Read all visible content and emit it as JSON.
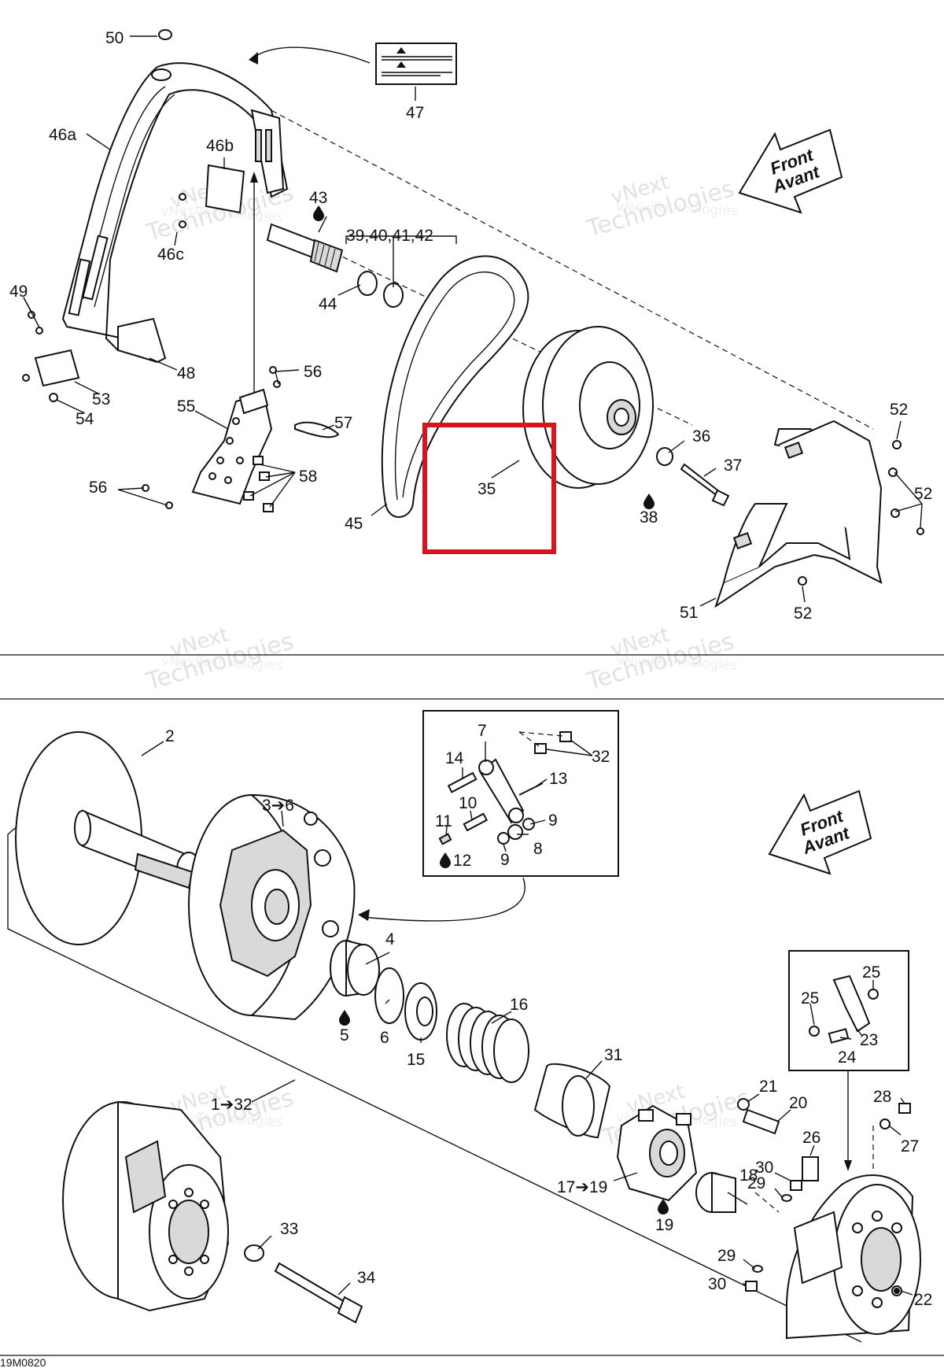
{
  "figure_code": "19M0820",
  "front_arrow": {
    "line1": "Front",
    "line2": "Avant"
  },
  "watermark": {
    "line1": "vNext",
    "line2": "Technologies",
    "line3": "Technologies"
  },
  "highlight_color": "#d9141c",
  "labels": {
    "l50": "50",
    "l47": "47",
    "l46a": "46a",
    "l46b": "46b",
    "l46c": "46c",
    "l43": "43",
    "l39_42": "39,40,41,42",
    "l44": "44",
    "l49": "49",
    "l48": "48",
    "l53": "53",
    "l54": "54",
    "l56a": "56",
    "l56b": "56",
    "l55": "55",
    "l57": "57",
    "l58": "58",
    "l45": "45",
    "l35": "35",
    "l36": "36",
    "l37": "37",
    "l38": "38",
    "l52a": "52",
    "l52b": "52",
    "l52c": "52",
    "l51": "51",
    "l2": "2",
    "l3_6": "3➔6",
    "l7": "7",
    "l14": "14",
    "l13": "13",
    "l32a": "32",
    "l10": "10",
    "l11": "11",
    "l9a": "9",
    "l9b": "9",
    "l8": "8",
    "l12": "12",
    "l4": "4",
    "l5": "5",
    "l6": "6",
    "l15": "15",
    "l16": "16",
    "l31": "31",
    "l1_32": "1➔32",
    "l21": "21",
    "l20": "20",
    "l25a": "25",
    "l25b": "25",
    "l23": "23",
    "l24": "24",
    "l28": "28",
    "l27": "27",
    "l26": "26",
    "l18": "18",
    "l30a": "30",
    "l29a": "29",
    "l17_19": "17➔19",
    "l19": "19",
    "l33": "33",
    "l34": "34",
    "l29b": "29",
    "l30b": "30",
    "l22": "22"
  },
  "icons": [
    "oil-drop-icon",
    "front-direction-arrow-icon",
    "warning-label-icon"
  ]
}
